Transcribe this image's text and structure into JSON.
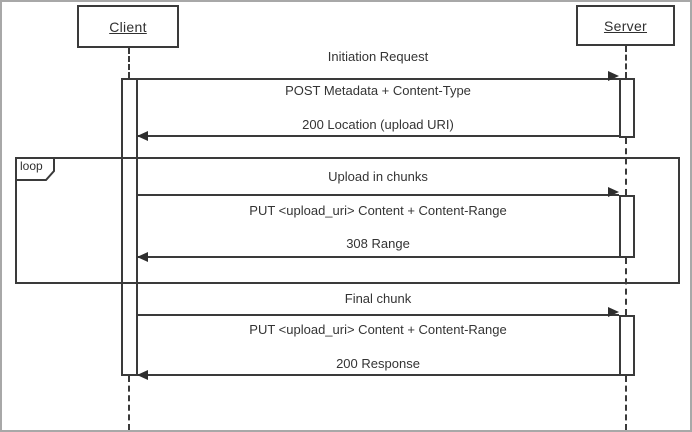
{
  "diagram": {
    "type": "uml-sequence-diagram",
    "actors": {
      "client": {
        "label": "Client"
      },
      "server": {
        "label": "Server"
      }
    },
    "loop": {
      "operator_label": "loop"
    },
    "sections": [
      {
        "title": "Initiation Request",
        "request": "POST Metadata + Content-Type",
        "response": "200 Location (upload URI)",
        "in_loop": false
      },
      {
        "title": "Upload in chunks",
        "request": "PUT <upload_uri> Content + Content-Range",
        "response": "308 Range",
        "in_loop": true
      },
      {
        "title": "Final chunk",
        "request": "PUT <upload_uri> Content + Content-Range",
        "response": "200 Response",
        "in_loop": false
      }
    ],
    "colors": {
      "line": "#3a3a3a",
      "text": "#303030",
      "background": "#ffffff",
      "outer_border": "#a8a8a8"
    }
  }
}
